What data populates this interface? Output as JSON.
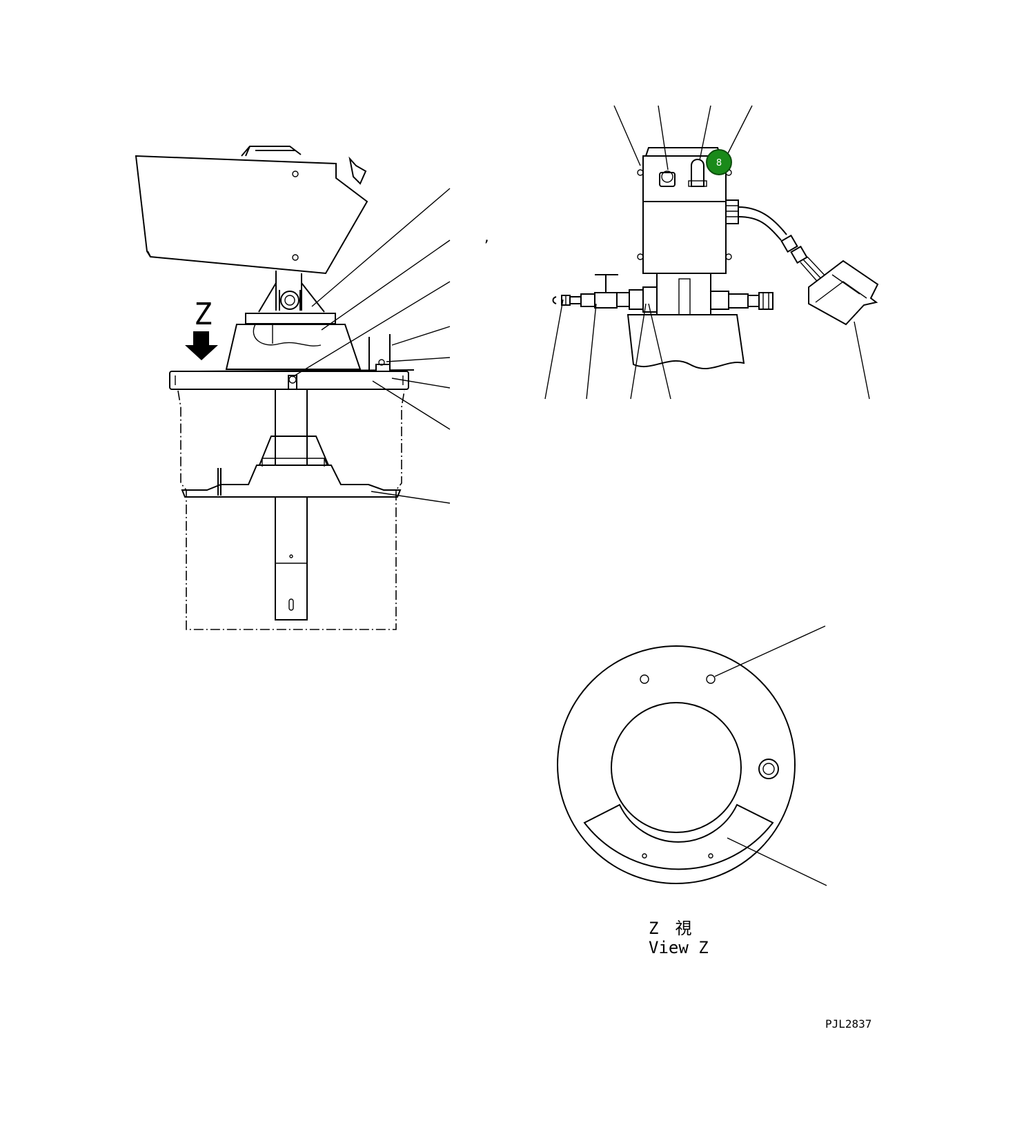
{
  "callout": {
    "number": "8",
    "color": "#1a8a1a"
  },
  "labels": {
    "z_letter": "Z",
    "view_kanji": "Z　視",
    "view_english": "View Z",
    "drawing_code": "PJL2837"
  }
}
